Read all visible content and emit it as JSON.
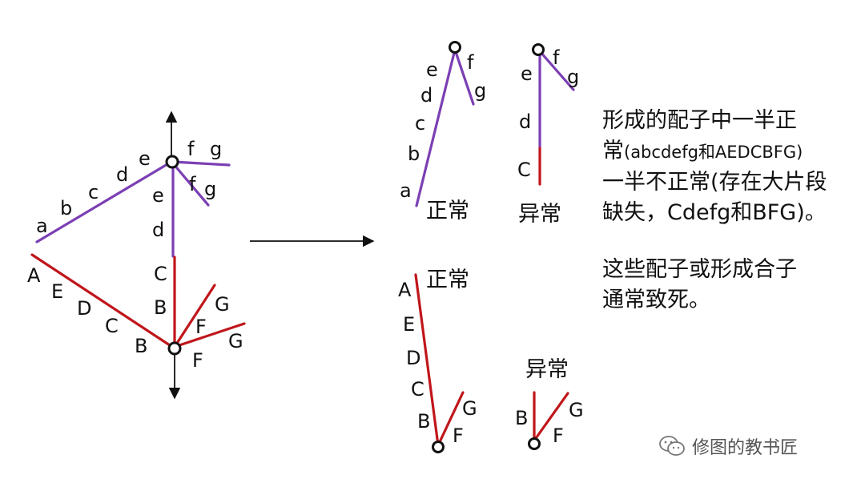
{
  "diagram": {
    "left": {
      "purple_labels": [
        "a",
        "b",
        "c",
        "d",
        "e",
        "e",
        "d",
        "f",
        "g",
        "f",
        "g"
      ],
      "red_labels": [
        "A",
        "E",
        "D",
        "C",
        "B",
        "C",
        "B",
        "G",
        "F",
        "G",
        "F"
      ]
    },
    "normal_label": "正常",
    "abnormal_label": "异常",
    "gamete_top_normal": [
      "a",
      "b",
      "c",
      "d",
      "e",
      "f",
      "g"
    ],
    "gamete_top_abnormal": [
      "C",
      "d",
      "e",
      "f",
      "g"
    ],
    "gamete_bottom_normal": [
      "A",
      "E",
      "D",
      "C",
      "B",
      "G",
      "F"
    ],
    "gamete_bottom_abnormal": [
      "B",
      "G",
      "F"
    ]
  },
  "notes": {
    "line1": "形成的配子中一半正",
    "line2_a": "常",
    "line2_b": "(abcdefg和AEDCBFG)",
    "line3": "一半不正常(存在大片段",
    "line4": "缺失，Cdefg和BFG)。",
    "line5": "这些配子或形成合子",
    "line6": "通常致死。"
  },
  "watermark": {
    "text": "修图的教书匠",
    "icon": "wechat-icon"
  },
  "colors": {
    "purple": "#7b3fb4",
    "red": "#c0161b"
  }
}
